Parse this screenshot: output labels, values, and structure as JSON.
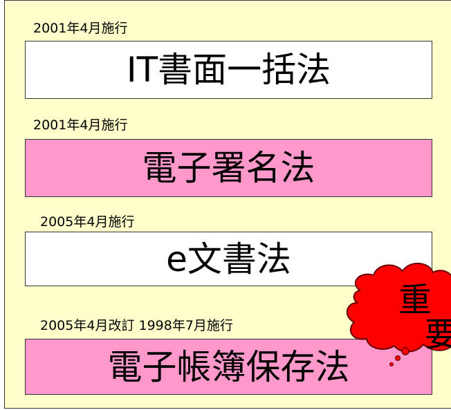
{
  "colors": {
    "panel_bg": "#ffffcc",
    "white_box": "#ffffff",
    "pink_box": "#ff99cc",
    "cloud": "#ff0000",
    "cloud_outline": "#660000"
  },
  "laws": [
    {
      "date": "2001年4月施行",
      "name": "IT書面一括法",
      "fill": "white"
    },
    {
      "date": "2001年4月施行",
      "name": "電子署名法",
      "fill": "pink"
    },
    {
      "date": "2005年4月施行",
      "name": "e文書法",
      "fill": "white"
    },
    {
      "date": "2005年4月改訂 1998年7月施行",
      "name": "電子帳簿保存法",
      "fill": "pink"
    }
  ],
  "callout": {
    "line1": "重",
    "line2": "要"
  }
}
